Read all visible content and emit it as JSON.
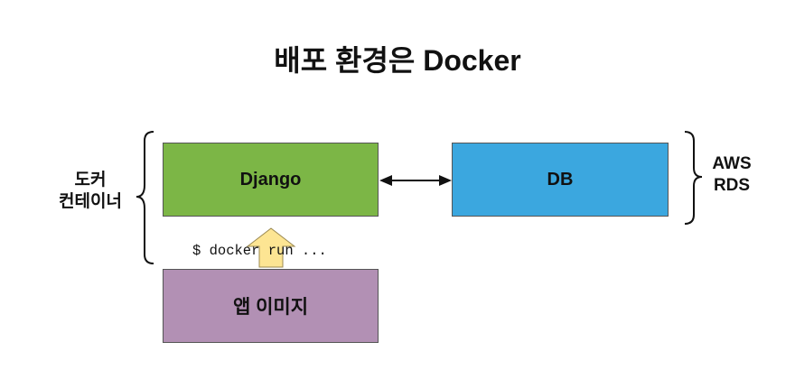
{
  "title": "배포 환경은 Docker",
  "boxes": {
    "django": "Django",
    "db": "DB",
    "app_image": "앱 이미지"
  },
  "labels": {
    "docker_container": [
      "도커",
      "컨테이너"
    ],
    "aws_rds": [
      "AWS",
      "RDS"
    ]
  },
  "command": "$ docker run ...",
  "colors": {
    "django": "#7cb646",
    "db": "#3ba7df",
    "app_image": "#b290b4",
    "arrow_up": "#fde593"
  }
}
